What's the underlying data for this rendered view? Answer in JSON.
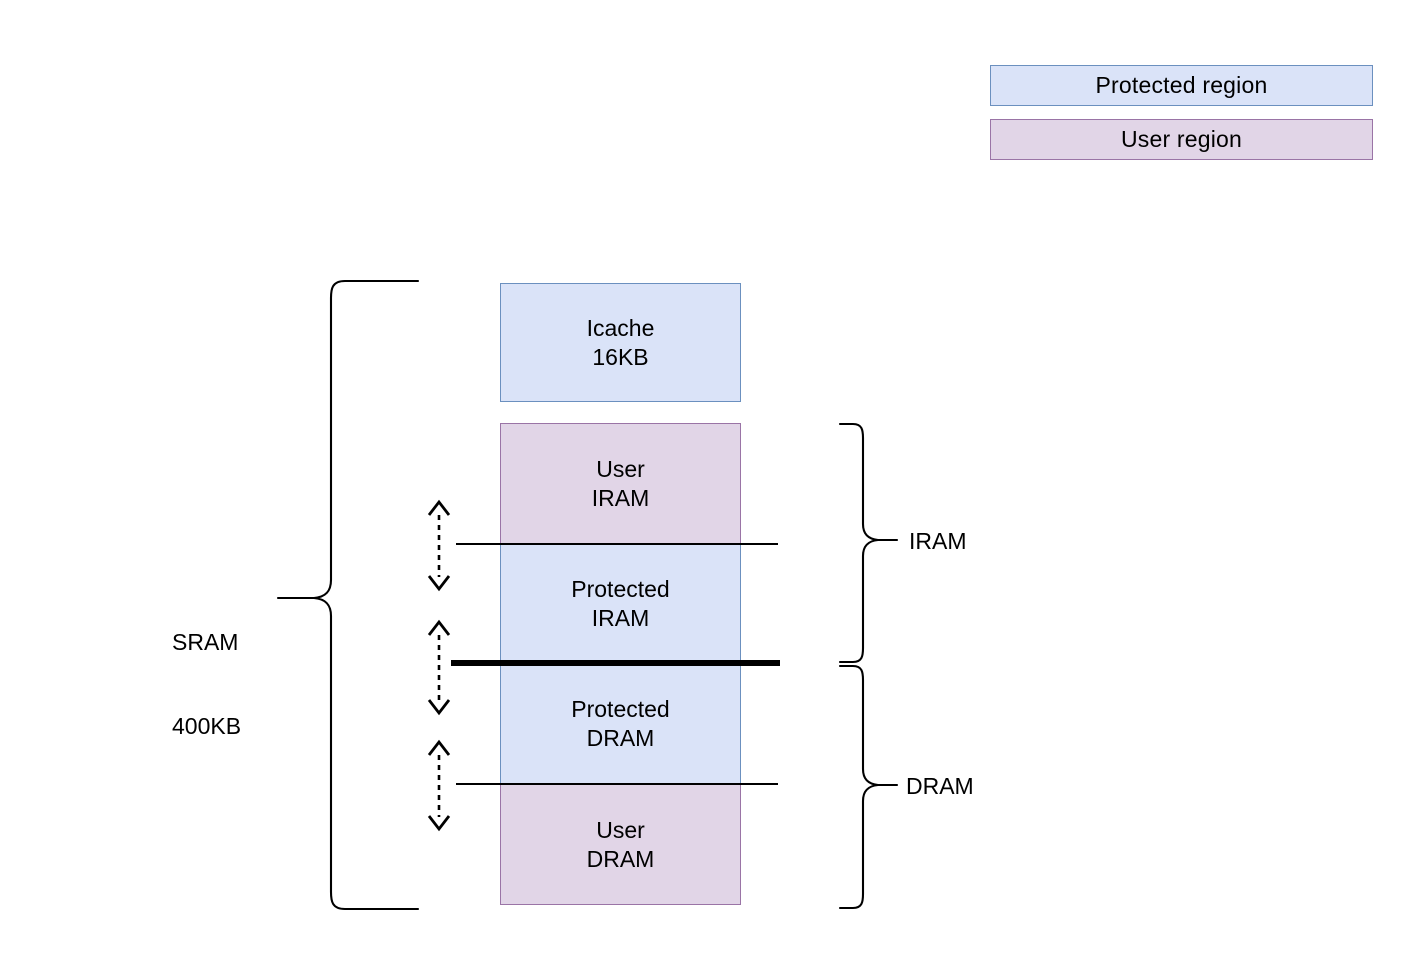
{
  "legend": {
    "items": [
      {
        "label": "Protected region",
        "fill": "#dae3f8",
        "border": "#6b90bf",
        "name": "protected"
      },
      {
        "label": "User region",
        "fill": "#e1d5e7",
        "border": "#9a74a6",
        "name": "user"
      }
    ]
  },
  "memory_map": {
    "total_label_line1": "SRAM",
    "total_label_line2": "400KB",
    "blocks": [
      {
        "line1": "Icache",
        "line2": "16KB",
        "region": "protected"
      },
      {
        "line1": "User",
        "line2": "IRAM",
        "region": "user"
      },
      {
        "line1": "Protected",
        "line2": "IRAM",
        "region": "protected"
      },
      {
        "line1": "Protected",
        "line2": "DRAM",
        "region": "protected"
      },
      {
        "line1": "User",
        "line2": "DRAM",
        "region": "user"
      }
    ],
    "groups": [
      {
        "label": "IRAM"
      },
      {
        "label": "DRAM"
      }
    ]
  },
  "colors": {
    "protected_fill": "#dae3f8",
    "protected_border": "#6b90bf",
    "user_fill": "#e1d5e7",
    "user_border": "#9a74a6",
    "line": "#000000"
  }
}
